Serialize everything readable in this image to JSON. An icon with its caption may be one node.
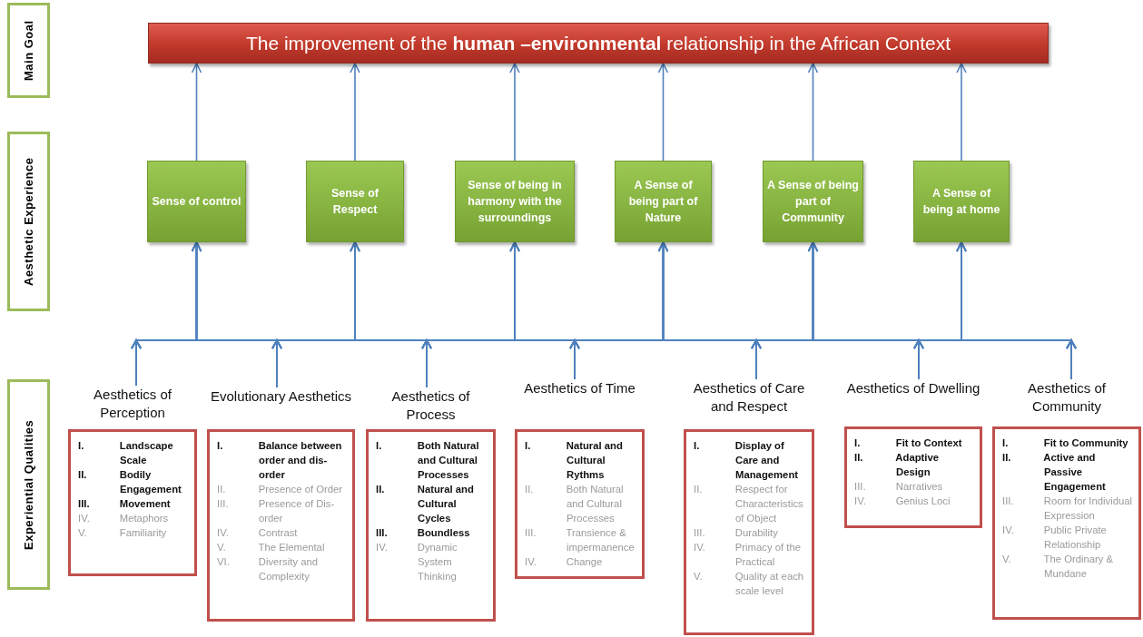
{
  "diagram": {
    "nodes": [
      {
        "text": [
          "Main Goal"
        ]
      },
      {
        "text": [
          "The improvement of the **human –environmental** relationship in the African Context"
        ]
      },
      {
        "text": [
          "Aesthetic Experience"
        ]
      },
      {
        "text": [
          "Sense of control"
        ]
      },
      {
        "text": [
          "Sense of Respect"
        ]
      },
      {
        "text": [
          "Sense of being in harmony with the surroundings"
        ]
      },
      {
        "text": [
          "A Sense of being part of Nature"
        ]
      },
      {
        "text": [
          "A Sense of being part of Community"
        ]
      },
      {
        "text": [
          "A Sense of being at home"
        ]
      },
      {
        "text": [
          "Experiential Qualities"
        ]
      },
      {
        "text": [
          "Aesthetics of Perception",
          "I. Landscape Scale",
          "II. Bodily Engagement",
          "III. Movement",
          "IV. Metaphors",
          "V. Familiarity"
        ]
      },
      {
        "text": [
          "Evolutionary Aesthetics",
          "I. Balance between order and dis-order",
          "II. Presence of Order",
          "III. Presence of Dis-order",
          "IV. Contrast",
          "V. The Elemental",
          "VI. Diversity and Complexity"
        ]
      },
      {
        "text": [
          "Aesthetics of Process",
          "I. Both Natural and Cultural Processes",
          "II. Natural and Cultural Cycles",
          "III. Boundless",
          "IV. Dynamic System Thinking"
        ]
      },
      {
        "text": [
          "Aesthetics of Time",
          "I. Natural and Cultural Rythms",
          "II. Both Natural and Cultural Processes",
          "III. Transience & impermanence",
          "IV. Change"
        ]
      },
      {
        "text": [
          "Aesthetics of Care and Respect",
          "I. Display of Care and Management",
          "II. Respect for Characteristics of Object",
          "III. Durability",
          "IV. Primacy of the Practical",
          "V. Quality at each scale level"
        ]
      },
      {
        "text": [
          "Aesthetics of Dwelling",
          "I. Fit to Context",
          "II. Adaptive Design",
          "III. Narratives",
          "IV. Genius Loci"
        ]
      },
      {
        "text": [
          "Aesthetics of Community",
          "I. Fit to Community",
          "II. Active and Passive Engagement",
          "III. Room for Individual Expression",
          "IV. Public Private Relationship",
          "V. The Ordinary & Mundane"
        ]
      }
    ],
    "edges": [
      {
        "from": 3,
        "to": 1,
        "arrow": "to"
      },
      {
        "from": 4,
        "to": 1,
        "arrow": "to"
      },
      {
        "from": 5,
        "to": 1,
        "arrow": "to"
      },
      {
        "from": 6,
        "to": 1,
        "arrow": "to"
      },
      {
        "from": 7,
        "to": 1,
        "arrow": "to"
      },
      {
        "from": 8,
        "to": 1,
        "arrow": "to"
      },
      {
        "from": 10,
        "to": 3,
        "arrow": "to"
      },
      {
        "from": 10,
        "to": 4,
        "arrow": "to"
      },
      {
        "from": 10,
        "to": 5,
        "arrow": "to"
      },
      {
        "from": 10,
        "to": 6,
        "arrow": "to"
      },
      {
        "from": 10,
        "to": 7,
        "arrow": "to"
      },
      {
        "from": 10,
        "to": 8,
        "arrow": "to"
      },
      {
        "from": 11,
        "to": 3,
        "arrow": "to"
      },
      {
        "from": 11,
        "to": 4,
        "arrow": "to"
      },
      {
        "from": 11,
        "to": 5,
        "arrow": "to"
      },
      {
        "from": 11,
        "to": 6,
        "arrow": "to"
      },
      {
        "from": 11,
        "to": 7,
        "arrow": "to"
      },
      {
        "from": 11,
        "to": 8,
        "arrow": "to"
      },
      {
        "from": 12,
        "to": 3,
        "arrow": "to"
      },
      {
        "from": 12,
        "to": 4,
        "arrow": "to"
      },
      {
        "from": 12,
        "to": 5,
        "arrow": "to"
      },
      {
        "from": 12,
        "to": 6,
        "arrow": "to"
      },
      {
        "from": 12,
        "to": 7,
        "arrow": "to"
      },
      {
        "from": 12,
        "to": 8,
        "arrow": "to"
      },
      {
        "from": 13,
        "to": 3,
        "arrow": "to"
      },
      {
        "from": 13,
        "to": 4,
        "arrow": "to"
      },
      {
        "from": 13,
        "to": 5,
        "arrow": "to"
      },
      {
        "from": 13,
        "to": 6,
        "arrow": "to"
      },
      {
        "from": 13,
        "to": 7,
        "arrow": "to"
      },
      {
        "from": 13,
        "to": 8,
        "arrow": "to"
      },
      {
        "from": 14,
        "to": 3,
        "arrow": "to"
      },
      {
        "from": 14,
        "to": 4,
        "arrow": "to"
      },
      {
        "from": 14,
        "to": 5,
        "arrow": "to"
      },
      {
        "from": 14,
        "to": 6,
        "arrow": "to"
      },
      {
        "from": 14,
        "to": 7,
        "arrow": "to"
      },
      {
        "from": 14,
        "to": 8,
        "arrow": "to"
      },
      {
        "from": 15,
        "to": 3,
        "arrow": "to"
      },
      {
        "from": 15,
        "to": 4,
        "arrow": "to"
      },
      {
        "from": 15,
        "to": 5,
        "arrow": "to"
      },
      {
        "from": 15,
        "to": 6,
        "arrow": "to"
      },
      {
        "from": 15,
        "to": 7,
        "arrow": "to"
      },
      {
        "from": 15,
        "to": 8,
        "arrow": "to"
      },
      {
        "from": 16,
        "to": 3,
        "arrow": "to"
      },
      {
        "from": 16,
        "to": 4,
        "arrow": "to"
      },
      {
        "from": 16,
        "to": 5,
        "arrow": "to"
      },
      {
        "from": 16,
        "to": 6,
        "arrow": "to"
      },
      {
        "from": 16,
        "to": 7,
        "arrow": "to"
      },
      {
        "from": 16,
        "to": 8,
        "arrow": "to"
      }
    ]
  }
}
